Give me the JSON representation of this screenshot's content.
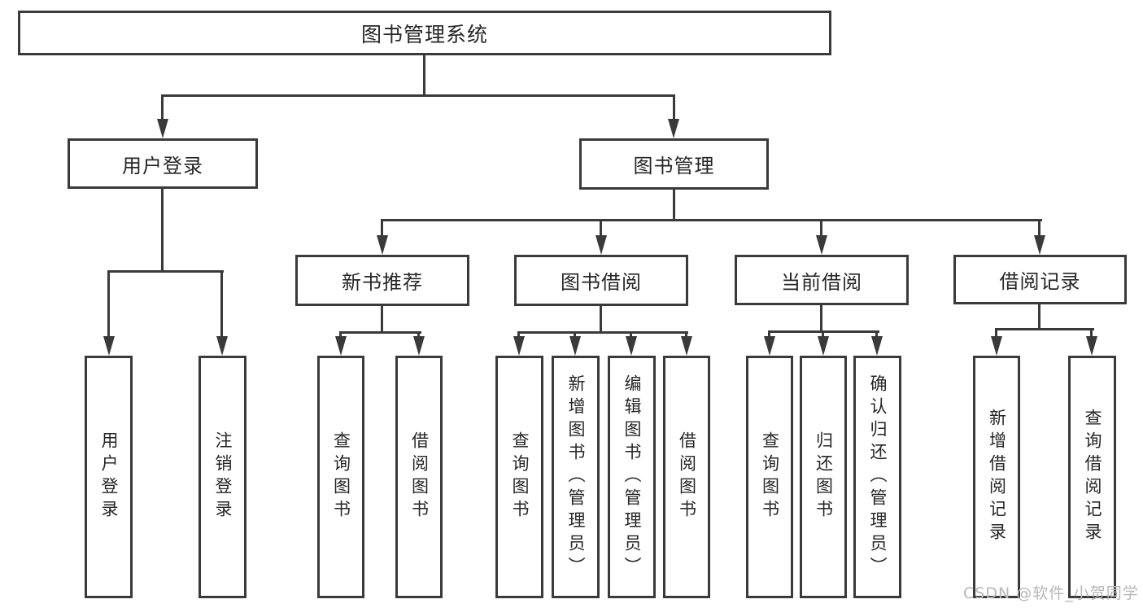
{
  "diagram": {
    "title": "图书管理系统",
    "tree": {
      "root": "图书管理系统",
      "branches": [
        {
          "label": "用户登录",
          "children": [
            "用户登录",
            "注销登录"
          ]
        },
        {
          "label": "图书管理",
          "sections": [
            {
              "label": "新书推荐",
              "children": [
                "查询图书",
                "借阅图书"
              ]
            },
            {
              "label": "图书借阅",
              "children": [
                "查询图书",
                "新增图书（管理员）",
                "编辑图书（管理员）",
                "借阅图书"
              ]
            },
            {
              "label": "当前借阅",
              "children": [
                "查询图书",
                "归还图书",
                "确认归还（管理员）"
              ]
            },
            {
              "label": "借阅记录",
              "children": [
                "新增借阅记录",
                "查询借阅记录"
              ]
            }
          ]
        }
      ]
    },
    "colors": {
      "line": "#3a3a3a",
      "text": "#262626",
      "background": "#ffffff",
      "watermark": "#b7b7b7"
    }
  },
  "watermark": {
    "text": "CSDN @软件_小贺同学"
  }
}
